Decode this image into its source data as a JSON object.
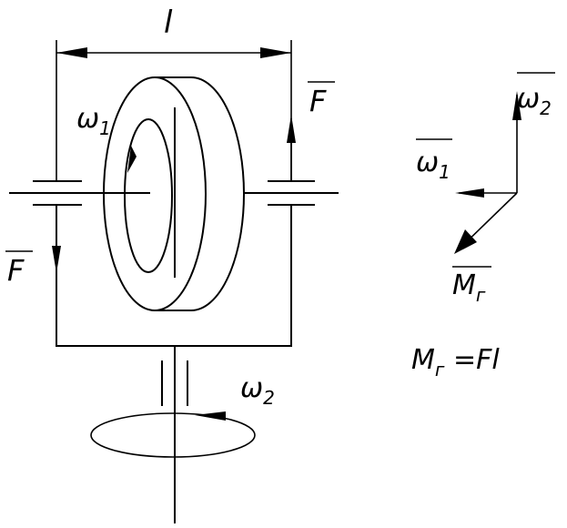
{
  "labels": {
    "length": "l",
    "force_right": "F",
    "force_left": "F",
    "omega1_disk": "ω",
    "omega1_disk_sub": "1",
    "omega2_shaft": "ω",
    "omega2_shaft_sub": "2",
    "vec_omega2": "ω",
    "vec_omega2_sub": "2",
    "vec_omega1": "ω",
    "vec_omega1_sub": "1",
    "vec_moment": "M",
    "vec_moment_sub": "г",
    "formula_lhs": "M",
    "formula_sub": "г",
    "formula_rhs": " =Fl"
  },
  "colors": {
    "ink": "#000000",
    "background": "#ffffff"
  }
}
